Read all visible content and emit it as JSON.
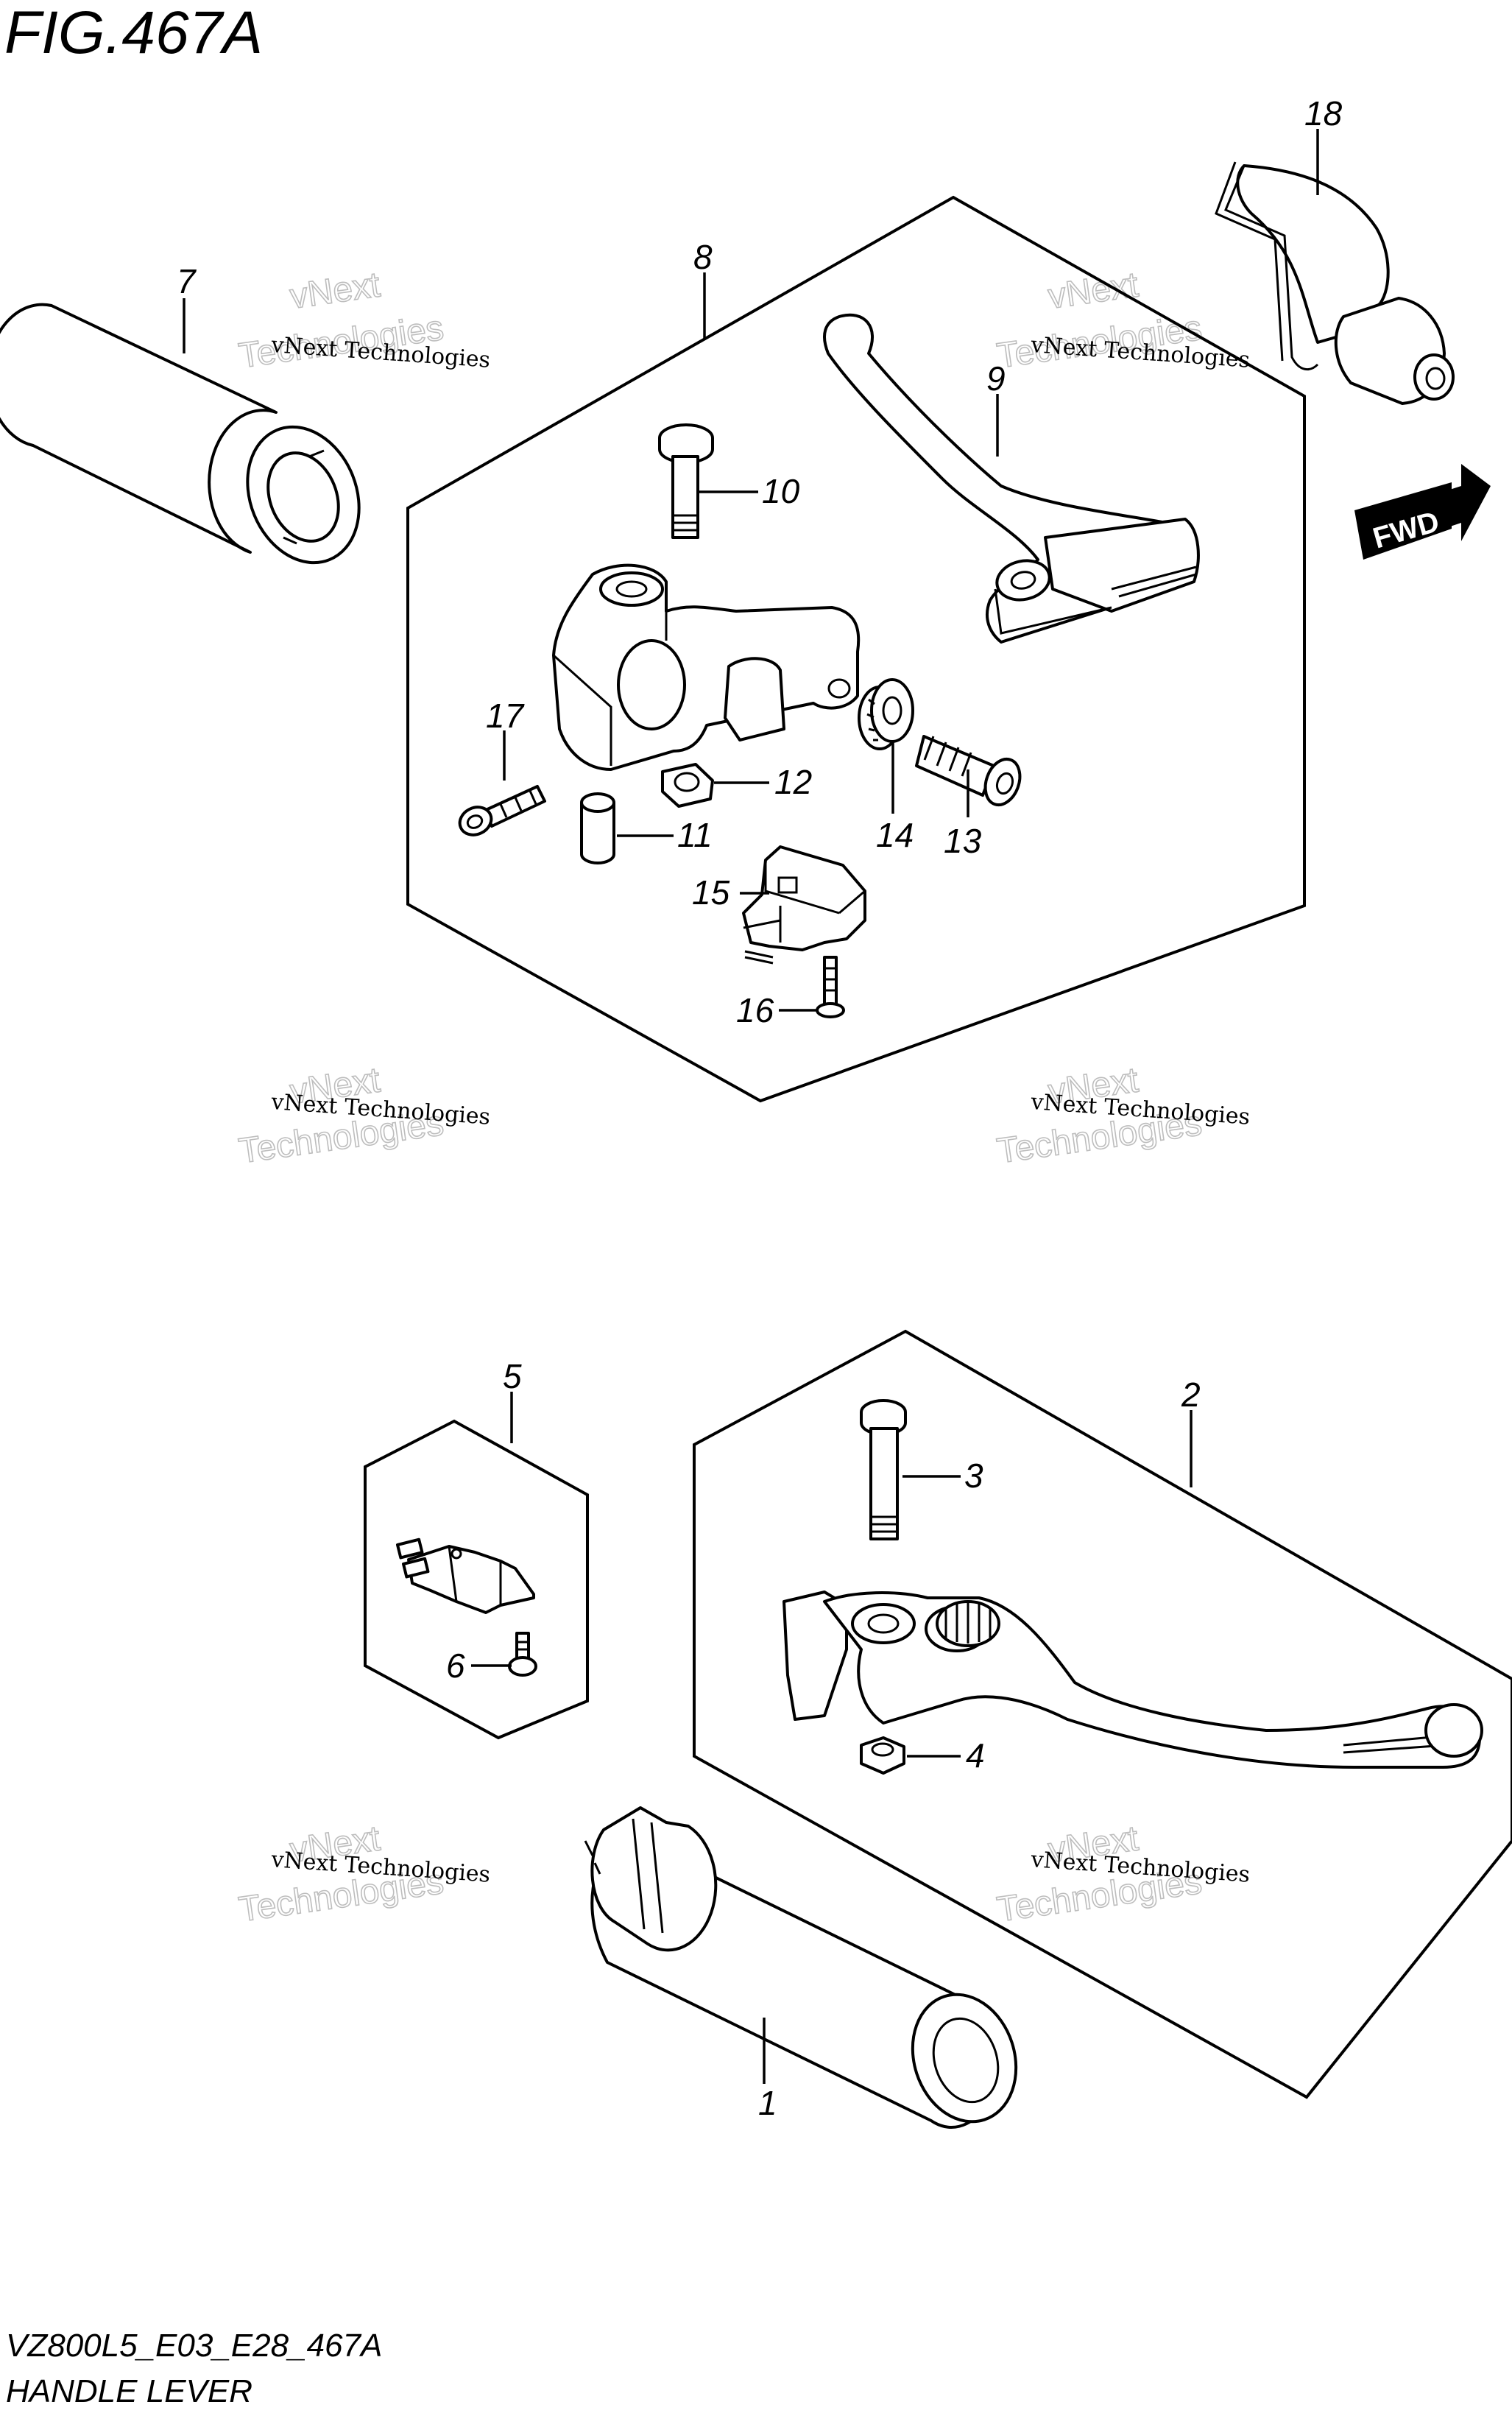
{
  "figure": {
    "title": "FIG.467A"
  },
  "footer": {
    "model_code": "VZ800L5_E03_E28_467A",
    "section_name": "HANDLE LEVER"
  },
  "direction_badge": {
    "label": "FWD"
  },
  "watermark": {
    "line1": "vNext Technologies",
    "line2": "vNext",
    "line3": "Technologies"
  },
  "callouts": {
    "c1": "1",
    "c2": "2",
    "c3": "3",
    "c4": "4",
    "c5": "5",
    "c6": "6",
    "c7": "7",
    "c8": "8",
    "c9": "9",
    "c10": "10",
    "c11": "11",
    "c12": "12",
    "c13": "13",
    "c14": "14",
    "c15": "15",
    "c16": "16",
    "c17": "17",
    "c18": "18"
  }
}
